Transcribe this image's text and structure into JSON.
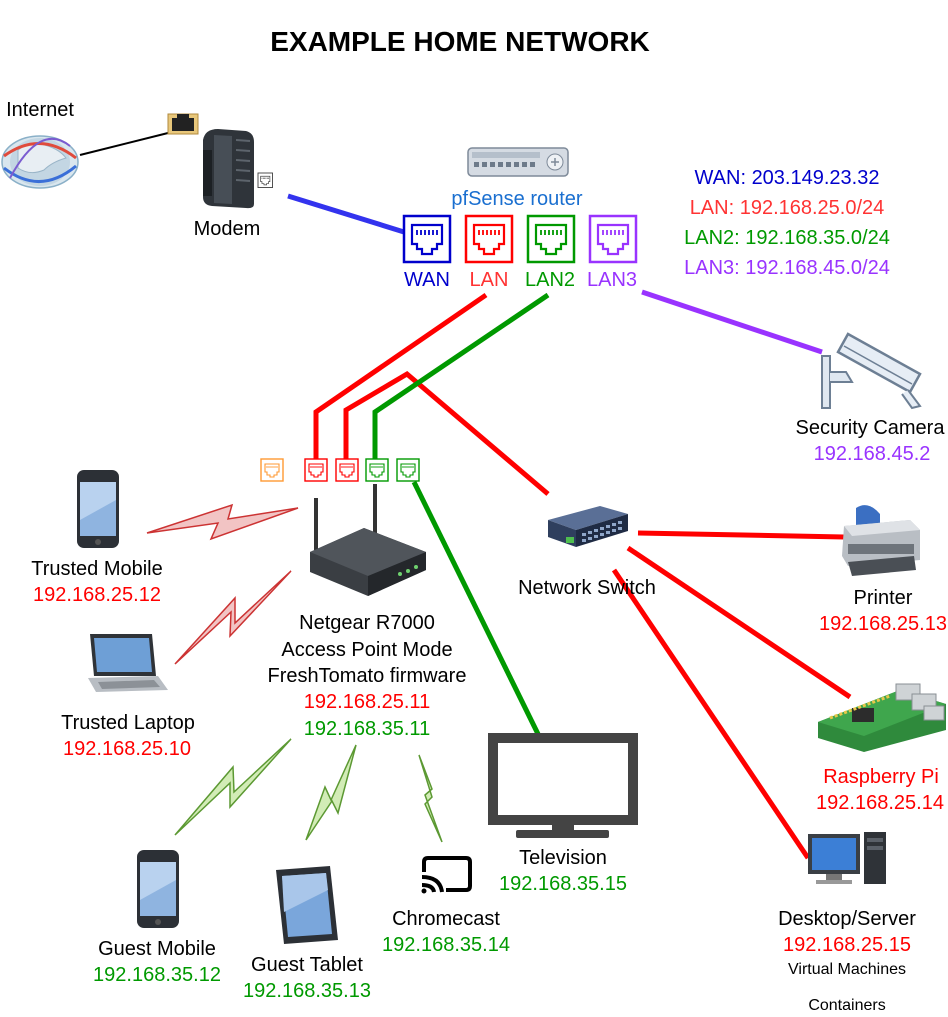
{
  "title": "EXAMPLE HOME NETWORK",
  "colors": {
    "wan": "#0000cc",
    "lan": "#ff0000",
    "lan2": "#009900",
    "lan3": "#9933ff",
    "router_label": "#1a6fd0",
    "wifi_trusted": "#cc0000",
    "wifi_guest": "#339900",
    "orange_port": "#ff9933",
    "text": "#000000",
    "lan_ip": "#ff0000",
    "lan2_ip": "#009900",
    "lan3_ip": "#9933ff"
  },
  "internet": {
    "label": "Internet",
    "icon": "globe-icon"
  },
  "modem": {
    "label": "Modem",
    "icon": "modem-icon"
  },
  "router": {
    "label": "pfSense router",
    "icon": "router-icon",
    "ports": [
      {
        "label": "WAN"
      },
      {
        "label": "LAN"
      },
      {
        "label": "LAN2"
      },
      {
        "label": "LAN3"
      }
    ]
  },
  "subnets": {
    "wan": "WAN: 203.149.23.32",
    "lan": "LAN: 192.168.25.0/24",
    "lan2": "LAN2: 192.168.35.0/24",
    "lan3": "LAN3: 192.168.45.0/24"
  },
  "camera": {
    "label": "Security Camera",
    "ip": "192.168.45.2",
    "icon": "security-camera-icon"
  },
  "access_point": {
    "icon": "wireless-router-icon",
    "lines": [
      "Netgear R7000",
      "Access Point Mode",
      "FreshTomato firmware"
    ],
    "ip_lan": "192.168.25.11",
    "ip_lan2": "192.168.35.11"
  },
  "switch": {
    "label": "Network Switch",
    "icon": "network-switch-icon"
  },
  "printer": {
    "label": "Printer",
    "ip": "192.168.25.13",
    "icon": "printer-icon"
  },
  "raspberry": {
    "label": "Raspberry Pi",
    "ip": "192.168.25.14",
    "icon": "raspberry-pi-icon"
  },
  "desktop": {
    "label": "Desktop/Server",
    "ip": "192.168.25.15",
    "extra1": "Virtual Machines",
    "extra2": "Containers",
    "icon": "desktop-computer-icon"
  },
  "trusted_mobile": {
    "label": "Trusted Mobile",
    "ip": "192.168.25.12",
    "icon": "smartphone-icon"
  },
  "trusted_laptop": {
    "label": "Trusted Laptop",
    "ip": "192.168.25.10",
    "icon": "laptop-icon"
  },
  "guest_mobile": {
    "label": "Guest Mobile",
    "ip": "192.168.35.12",
    "icon": "smartphone-icon"
  },
  "guest_tablet": {
    "label": "Guest Tablet",
    "ip": "192.168.35.13",
    "icon": "tablet-icon"
  },
  "chromecast": {
    "label": "Chromecast",
    "ip": "192.168.35.14",
    "icon": "cast-icon"
  },
  "television": {
    "label": "Television",
    "ip": "192.168.35.15",
    "icon": "television-icon"
  }
}
